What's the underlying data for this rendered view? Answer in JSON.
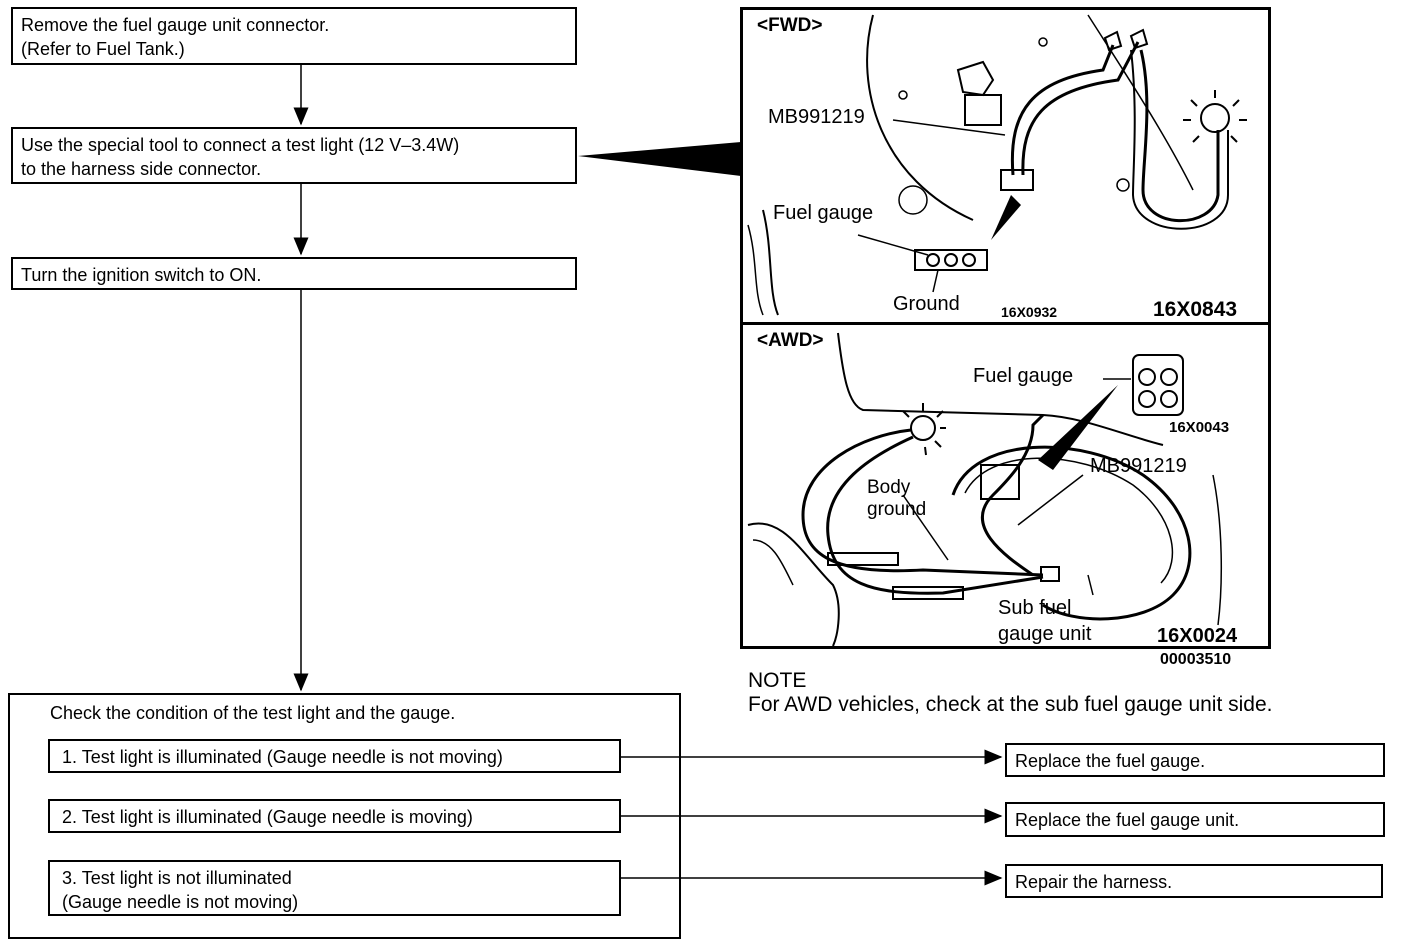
{
  "flow": {
    "step1": "Remove the fuel gauge unit connector.\n(Refer to Fuel Tank.)",
    "step2": "Use the special tool to connect a test light (12 V–3.4W)\nto the harness side connector.",
    "step3": "Turn the ignition switch to ON.",
    "check": {
      "title": "Check the condition of the test light and the gauge.",
      "options": [
        {
          "text": "1.  Test light is illuminated (Gauge needle is not moving)",
          "result": "Replace the fuel gauge."
        },
        {
          "text": "2.  Test light is illuminated (Gauge needle is moving)",
          "result": "Replace the fuel gauge unit."
        },
        {
          "text": "3.  Test light is not illuminated\n     (Gauge needle is not moving)",
          "result": "Repair the harness."
        }
      ]
    }
  },
  "fwd": {
    "heading": "<FWD>",
    "tool": "MB991219",
    "fuel_gauge": "Fuel gauge",
    "ground": "Ground",
    "code_small": "16X0932",
    "code_large": "16X0843"
  },
  "awd": {
    "heading": "<AWD>",
    "fuel_gauge": "Fuel gauge",
    "code_connector": "16X0043",
    "tool": "MB991219",
    "body_ground": "Body\nground",
    "sub_unit": "Sub fuel\ngauge unit",
    "code_large": "16X0024"
  },
  "figure_code": "00003510",
  "note": {
    "heading": "NOTE",
    "text": "For AWD vehicles, check at the sub fuel gauge unit side."
  }
}
